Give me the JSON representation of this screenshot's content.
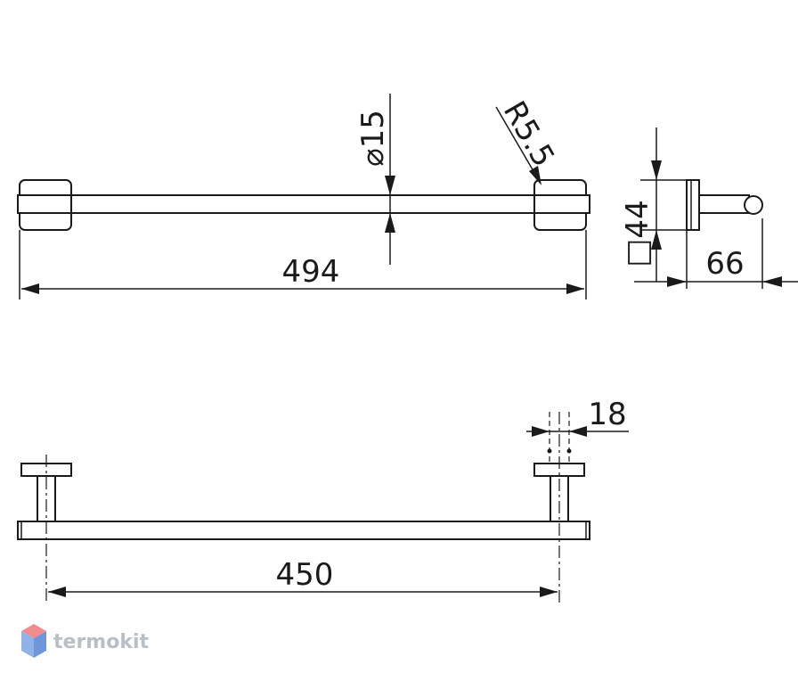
{
  "dimensions": {
    "total_length": "494",
    "bar_diameter": "⌀15",
    "end_radius": "R5.5",
    "base_square": "□44",
    "projection": "66",
    "mount_width": "18",
    "mount_centers": "450"
  },
  "logo": {
    "text": "termokit",
    "colors": {
      "top": "#f28b8b",
      "left": "#8fb3e6",
      "right": "#6f96d8"
    }
  }
}
